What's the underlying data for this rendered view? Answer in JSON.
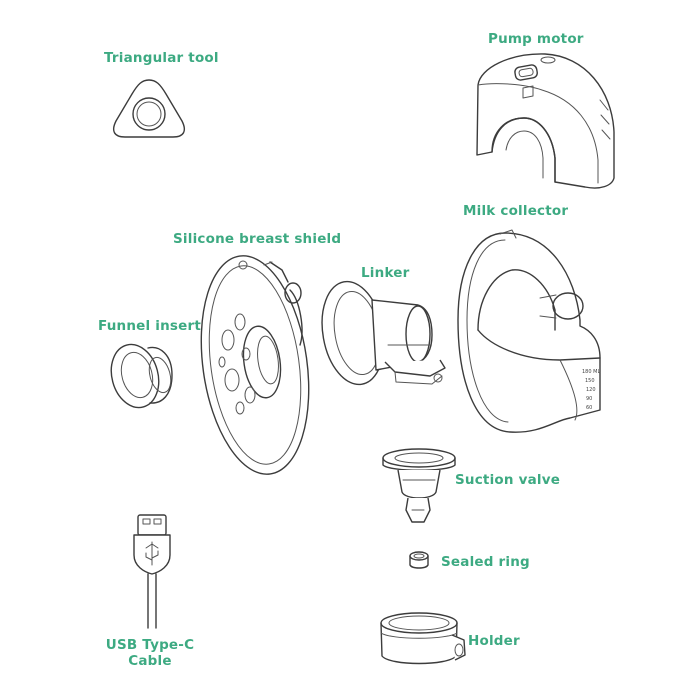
{
  "labels": {
    "triangular_tool": "Triangular tool",
    "pump_motor": "Pump motor",
    "milk_collector": "Milk collector",
    "silicone_breast_shield": "Silicone breast shield",
    "linker": "Linker",
    "funnel_insert": "Funnel insert",
    "suction_valve": "Suction valve",
    "sealed_ring": "Sealed ring",
    "holder": "Holder",
    "usb_cable_line1": "USB Type-C",
    "usb_cable_line2": "Cable"
  },
  "scale_marks": [
    "180 ML",
    "150",
    "120",
    "90",
    "60"
  ],
  "colors": {
    "label": "#3daa82",
    "line": "#3c3c3c"
  }
}
